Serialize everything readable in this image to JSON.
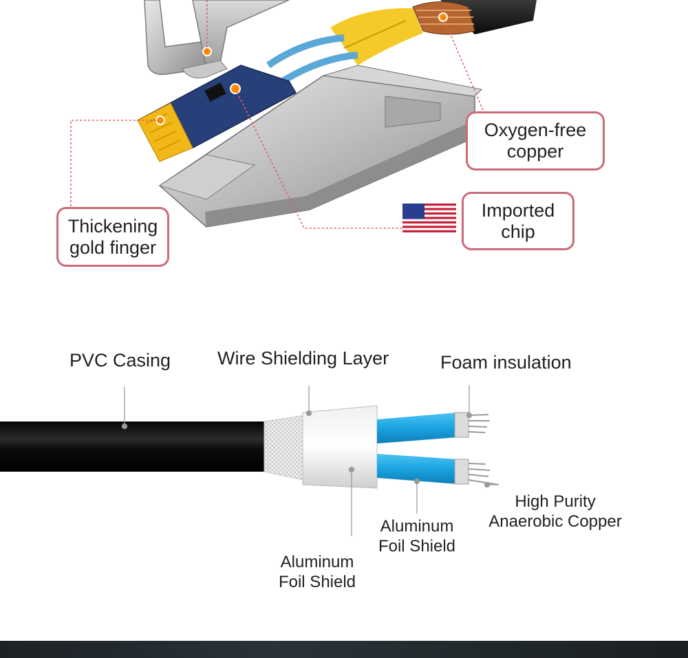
{
  "top_section": {
    "callouts": {
      "oxygen_free": [
        "Oxygen-free",
        "copper"
      ],
      "imported_chip": [
        "Imported",
        "chip"
      ],
      "gold_finger": [
        "Thickening",
        "gold finger"
      ]
    }
  },
  "cable_section": {
    "labels": {
      "pvc_casing": "PVC Casing",
      "wire_shielding": "Wire Shielding Layer",
      "foam_insulation": "Foam insulation",
      "high_purity": [
        "High Purity",
        "Anaerobic Copper"
      ],
      "foil_inner": [
        "Aluminum",
        "Foil Shield"
      ],
      "foil_outer": [
        "Aluminum",
        "Foil Shield"
      ]
    }
  },
  "colors": {
    "callout_border": "#c96b78",
    "leader_line": "#e06060",
    "wire_blue": "#1aa3e0",
    "cable_black": "#0e0e0e"
  }
}
